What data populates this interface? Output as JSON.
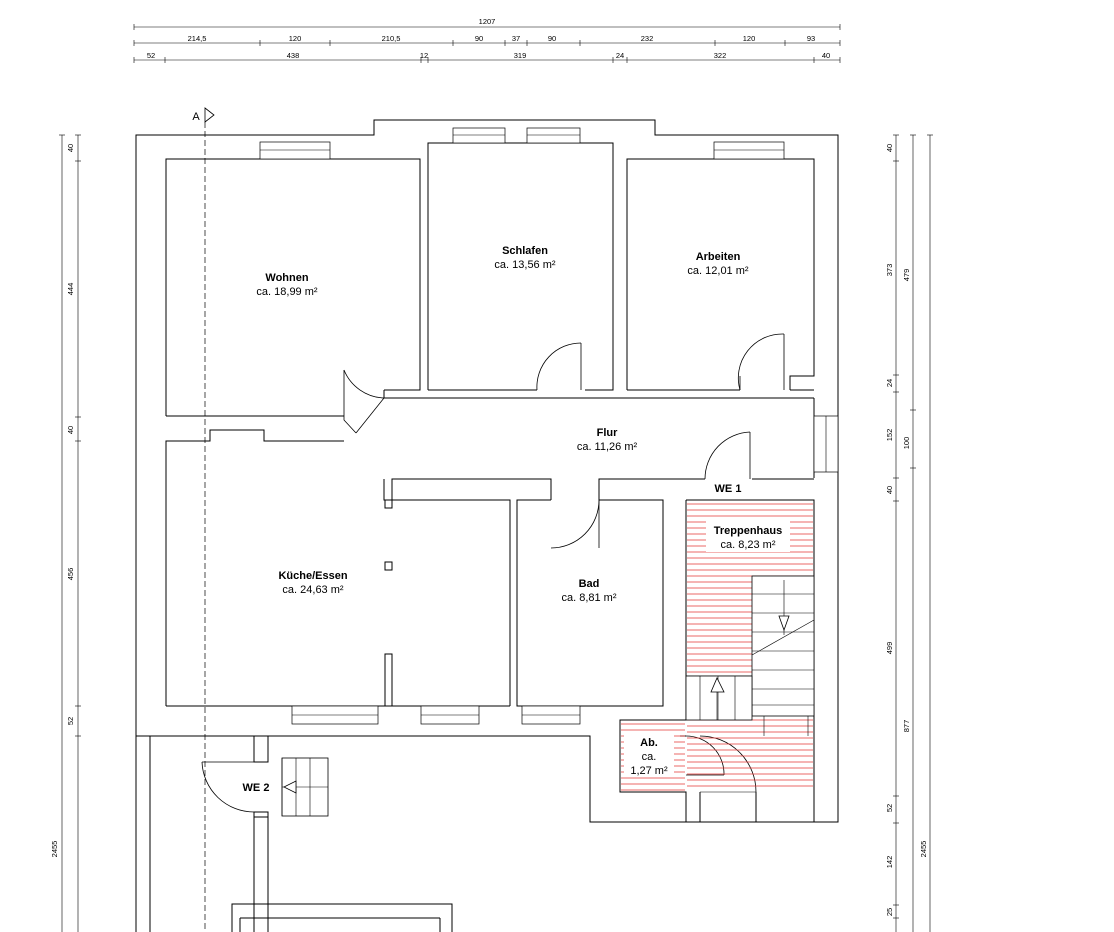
{
  "dimensions": {
    "top_total": "1207",
    "top_row2": [
      "214,5",
      "120",
      "210,5",
      "90",
      "37",
      "90",
      "232",
      "120",
      "93"
    ],
    "top_row3": [
      "52",
      "438",
      "12",
      "319",
      "24",
      "322",
      "40"
    ],
    "left": [
      "40",
      "444",
      "40",
      "456",
      "52",
      "2455"
    ],
    "right_inner": [
      "40",
      "373",
      "24",
      "152",
      "40",
      "499",
      "52",
      "142",
      "25"
    ],
    "right_mid": [
      "479",
      "100",
      "877"
    ],
    "right_outer": [
      "2455"
    ]
  },
  "section_marker": "A",
  "rooms": {
    "wohnen": {
      "name": "Wohnen",
      "area": "ca. 18,99 m²"
    },
    "schlafen": {
      "name": "Schlafen",
      "area": "ca. 13,56 m²"
    },
    "arbeiten": {
      "name": "Arbeiten",
      "area": "ca. 12,01 m²"
    },
    "flur": {
      "name": "Flur",
      "area": "ca. 11,26 m²"
    },
    "kueche": {
      "name": "Küche/Essen",
      "area": "ca. 24,63 m²"
    },
    "bad": {
      "name": "Bad",
      "area": "ca. 8,81 m²"
    },
    "treppenhaus": {
      "name": "Treppenhaus",
      "area": "ca. 8,23 m²"
    },
    "abstell": {
      "name": "Ab.",
      "area_line1": "ca.",
      "area_line2": "1,27 m²"
    }
  },
  "units": {
    "we1": "WE 1",
    "we2": "WE 2"
  },
  "colors": {
    "stair_hatch": "#e53935",
    "lines": "#000000"
  }
}
